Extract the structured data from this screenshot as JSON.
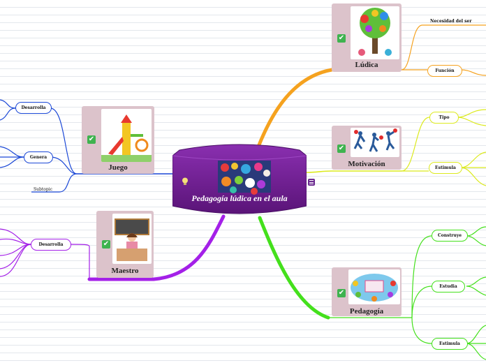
{
  "central": {
    "title": "Pedagogía lúdica en el aula"
  },
  "cards": {
    "ludica": {
      "label": "Lúdica"
    },
    "juego": {
      "label": "Juego"
    },
    "motivacion": {
      "label": "Motivación"
    },
    "maestro": {
      "label": "Maestro"
    },
    "pedagogia": {
      "label": "Pedagogía"
    }
  },
  "subtopics": {
    "necesidad": "Necesidad del ser",
    "funcion": "Función",
    "tipo": "Tipo",
    "estimula_motivacion": "Estimula",
    "construye": "Construye",
    "estudia": "Estudia",
    "estimula_pedagogia": "Estimula",
    "desarrolla_juego": "Desarrolla",
    "genera": "Genera",
    "subtopic": "Subtopic",
    "desarrolla_maestro": "Desarrolla"
  },
  "colors": {
    "ludica": "#f5a21f",
    "motivacion": "#dcea1d",
    "pedagogia": "#44e01c",
    "juego": "#1a47d6",
    "maestro": "#a420e8",
    "central": "#6a1b8c",
    "check": "#3fb34f"
  },
  "icons": [
    "lightbulb-icon",
    "notes-icon",
    "check-icon"
  ]
}
